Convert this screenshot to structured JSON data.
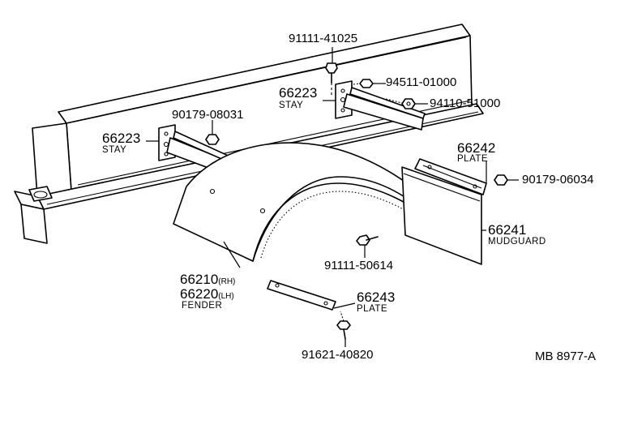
{
  "diagram": {
    "code": "MB 8977-A",
    "parts": [
      {
        "number": "91111-41025"
      },
      {
        "number": "94511-01000"
      },
      {
        "number": "66223",
        "name": "STAY"
      },
      {
        "number": "94110-51000"
      },
      {
        "number": "90179-08031"
      },
      {
        "number": "66223",
        "name": "STAY"
      },
      {
        "number": "66242",
        "name": "PLATE"
      },
      {
        "number": "90179-06034"
      },
      {
        "number": "66241",
        "name": "MUDGUARD"
      },
      {
        "number": "91111-50614"
      },
      {
        "number": "66210",
        "suffix": "(RH)"
      },
      {
        "number": "66220",
        "suffix": "(LH)",
        "name": "FENDER"
      },
      {
        "number": "66243",
        "name": "PLATE"
      },
      {
        "number": "91621-40820"
      }
    ]
  }
}
